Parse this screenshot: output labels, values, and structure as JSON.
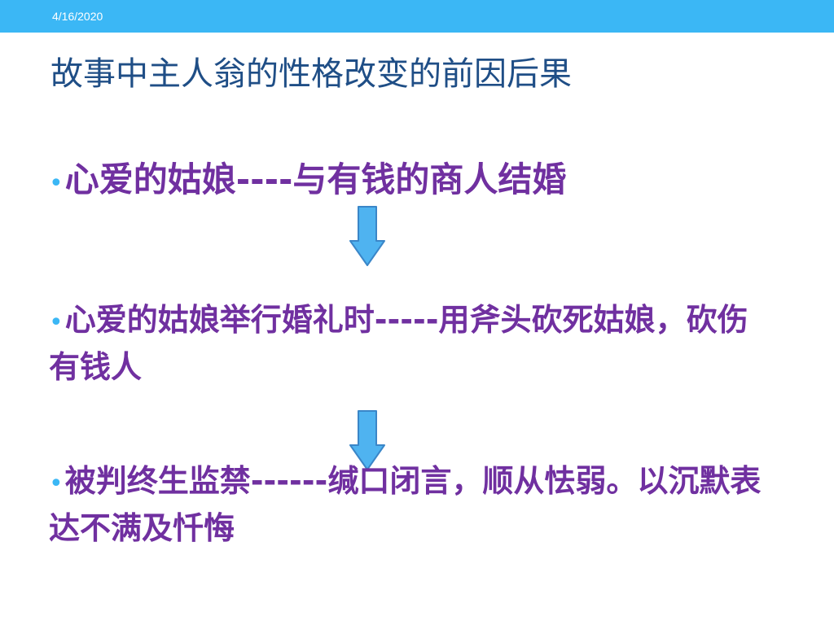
{
  "header": {
    "date": "4/16/2020"
  },
  "title": "故事中主人翁的性格改变的前因后果",
  "bullets": [
    {
      "marker": "•",
      "text": "心爱的姑娘----与有钱的商人结婚"
    },
    {
      "marker": "•",
      "text": "心爱的姑娘举行婚礼时-----用斧头砍死姑娘，砍伤有钱人"
    },
    {
      "marker": "•",
      "text": "被判终生监禁------缄口闭言，顺从怯弱。以沉默表达不满及忏悔"
    }
  ],
  "colors": {
    "top_bar": "#3bb7f5",
    "title": "#1f4e86",
    "bullet_text": "#7030a0",
    "bullet_marker": "#3bb7f5",
    "arrow_fill": "#4fb3f0",
    "arrow_stroke": "#3a86c8"
  },
  "icons": {
    "arrow": "down-arrow-icon"
  }
}
